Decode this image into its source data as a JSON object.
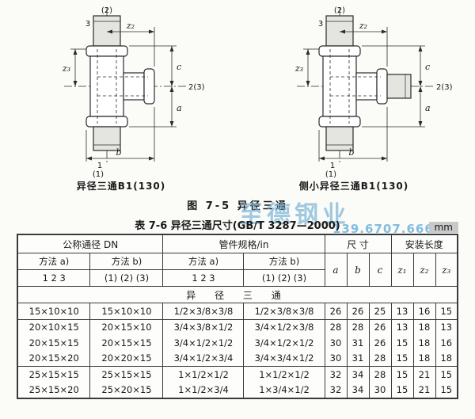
{
  "figure": {
    "caption": "图 7-5  异径三通",
    "drawings": [
      {
        "caption": "异径三通B1(130)",
        "labels": {
          "top_paren": "(2)",
          "top_num": "3",
          "z_top": "z₂",
          "z_left": "z₃",
          "right_out": "2(3)",
          "dim_a": "a",
          "dim_b": "b",
          "dim_c": "c",
          "bottom_num": "1",
          "bottom_paren": "(1)"
        }
      },
      {
        "caption": "侧小异径三通B1(130)",
        "labels": {
          "top_paren": "(2)",
          "top_num": "3",
          "z_top": "z₂",
          "z_left": "z₃",
          "right_out": "2(3)",
          "dim_a": "a",
          "dim_b": "b",
          "dim_c": "c",
          "bottom_num": "1",
          "bottom_paren": "(1)"
        }
      }
    ]
  },
  "watermark": {
    "brand": "至德钢业",
    "phone": "139.6707.6667"
  },
  "table": {
    "caption": "表 7-6  异径三通尺寸(GB/T 3287—2000)",
    "unit": "mm",
    "header": {
      "dn": "公称通径 DN",
      "spec": "管件规格/in",
      "size": "尺  寸",
      "install": "安装长度",
      "method_a": "方法 a)",
      "method_b": "方法 b)",
      "sub_a": "1 2 3",
      "sub_b": "(1) (2) (3)",
      "cols": [
        "a",
        "b",
        "c",
        "z₁",
        "z₂",
        "z₃"
      ]
    },
    "section": "异 径 三 通",
    "rows": [
      [
        "15×10×10",
        "15×10×10",
        "1/2×3/8×3/8",
        "1/2×3/8×3/8",
        "26",
        "26",
        "25",
        "13",
        "16",
        "15"
      ],
      [
        "20×10×15",
        "20×15×10",
        "3/4×3/8×1/2",
        "3/4×1/2×3/8",
        "28",
        "28",
        "26",
        "13",
        "18",
        "13"
      ],
      [
        "20×15×15",
        "20×15×15",
        "3/4×1/2×1/2",
        "3/4×1/2×1/2",
        "30",
        "31",
        "26",
        "15",
        "18",
        "16"
      ],
      [
        "20×15×20",
        "20×20×15",
        "3/4×1/2×3/4",
        "3/4×3/4×1/2",
        "30",
        "31",
        "28",
        "15",
        "18",
        "18"
      ],
      [
        "25×15×15",
        "25×15×15",
        "1×1/2×1/2",
        "1×1/2×1/2",
        "32",
        "34",
        "28",
        "15",
        "21",
        "15"
      ],
      [
        "25×15×20",
        "25×20×15",
        "1×1/2×3/4",
        "1×3/4×1/2",
        "32",
        "34",
        "30",
        "15",
        "21",
        "15"
      ]
    ]
  }
}
